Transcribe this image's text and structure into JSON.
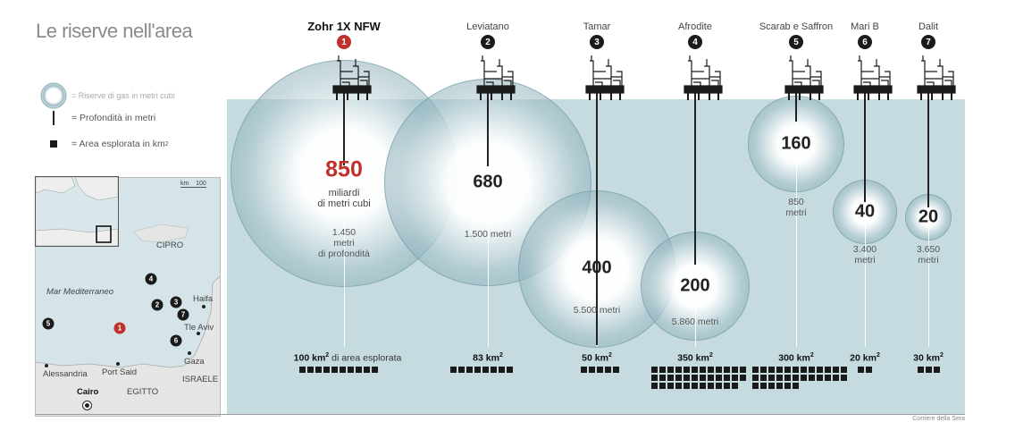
{
  "title": "Le riserve nell'area",
  "legend": {
    "circle_label": "= Riserve di gas in metri cubi",
    "line_label": "= Profondità in metri",
    "square_label": "= Area esplorata in km",
    "square_label_sup": "2"
  },
  "colors": {
    "accent_red": "#c0302a",
    "sea": "#c5dbe0",
    "dark": "#1a1a1a"
  },
  "sites": [
    {
      "num": "1",
      "name": "Zohr 1X NFW",
      "value": "850",
      "value_unit": "miliardi\ndi metri cubi",
      "depth": "1.450\nmetri\ndi profondità",
      "area": "100 km",
      "area_extra": "di area esplorata",
      "squares": 10
    },
    {
      "num": "2",
      "name": "Leviatano",
      "value": "680",
      "depth": "1.500 metri",
      "area": "83 km",
      "squares": 8
    },
    {
      "num": "3",
      "name": "Tamar",
      "value": "400",
      "depth": "5.500 metri",
      "area": "50 km",
      "squares": 5
    },
    {
      "num": "4",
      "name": "Afrodite",
      "value": "200",
      "depth": "5.860 metri",
      "area": "350 km",
      "squares": 35
    },
    {
      "num": "5",
      "name": "Scarab e Saffron",
      "value": "160",
      "depth": "850\nmetri",
      "area": "300 km",
      "squares": 30
    },
    {
      "num": "6",
      "name": "Mari B",
      "value": "40",
      "depth": "3.400\nmetri",
      "area": "20 km",
      "squares": 2
    },
    {
      "num": "7",
      "name": "Dalit",
      "value": "20",
      "depth": "3.650\nmetri",
      "area": "30 km",
      "squares": 3
    }
  ],
  "area_sup": "2",
  "map": {
    "scale_unit": "km",
    "scale_value": "100",
    "labels": {
      "cipro": "CIPRO",
      "mar": "Mar Mediterraneo",
      "haifa": "Haifa",
      "tel_aviv": "Tle Aviv",
      "gaza": "Gaza",
      "israele": "ISRAELE",
      "egitto": "EGITTO",
      "alessandria": "Alessandria",
      "port_said": "Port Said",
      "cairo": "Cairo"
    }
  },
  "source": "Corriere della Sera"
}
